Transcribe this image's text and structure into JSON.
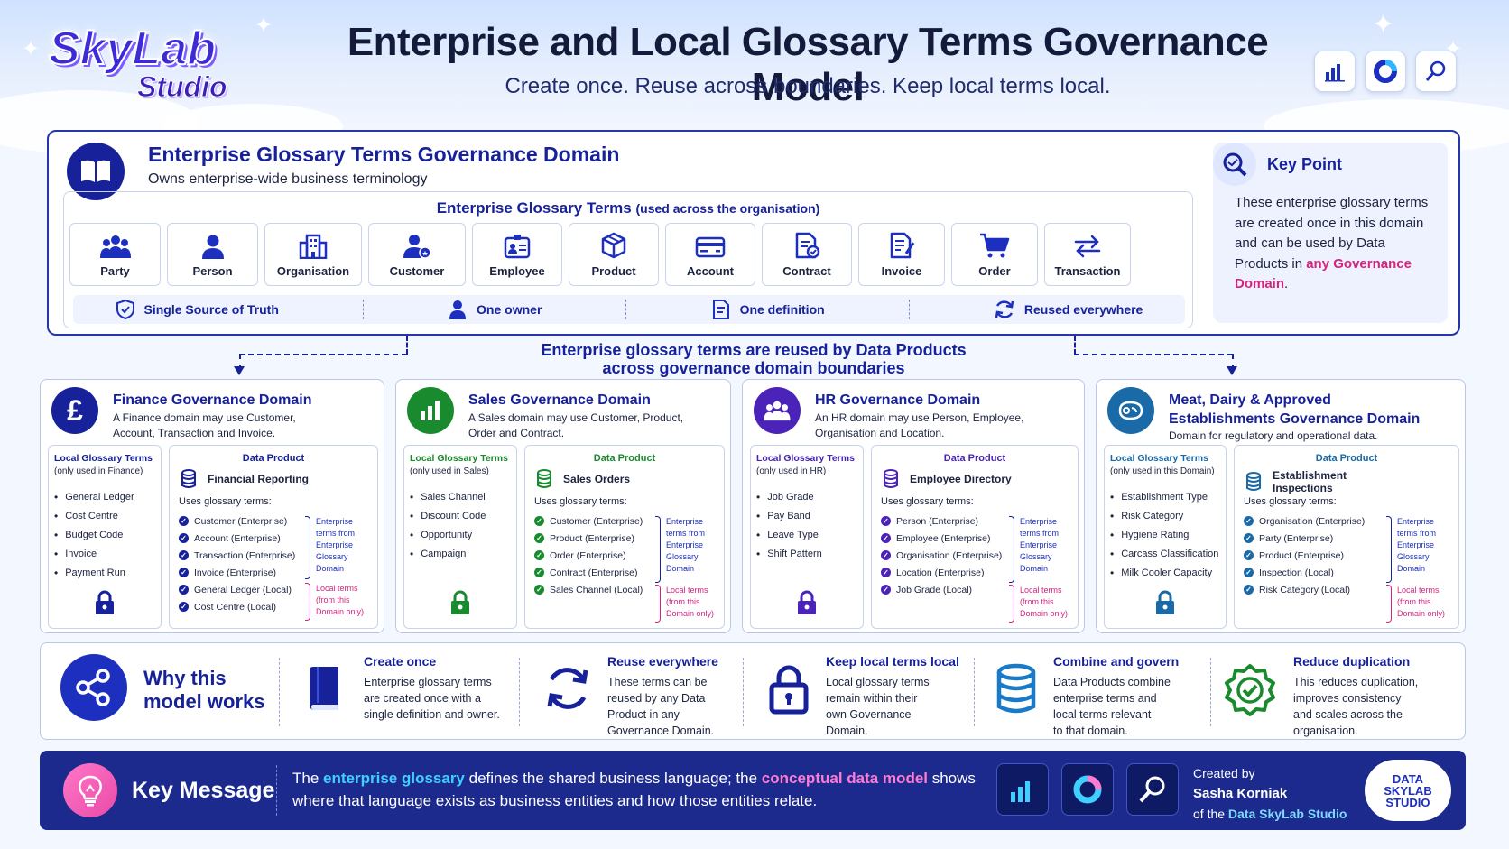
{
  "header": {
    "logo_main": "SkyLab",
    "logo_sub": "Studio",
    "title": "Enterprise and Local Glossary Terms Governance Model",
    "subtitle": "Create once. Reuse across boundaries. Keep local terms local.",
    "icons": [
      "bar-chart-icon",
      "donut-chart-icon",
      "magnifier-icon"
    ]
  },
  "enterprise": {
    "title": "Enterprise Glossary Terms Governance Domain",
    "subtitle": "Owns enterprise-wide business terminology",
    "terms_title": "Enterprise Glossary Terms",
    "terms_note": "(used across the organisation)",
    "terms": [
      {
        "label": "Party",
        "icon": "people-icon"
      },
      {
        "label": "Person",
        "icon": "person-icon"
      },
      {
        "label": "Organisation",
        "icon": "building-icon"
      },
      {
        "label": "Customer",
        "icon": "customer-icon"
      },
      {
        "label": "Employee",
        "icon": "id-badge-icon"
      },
      {
        "label": "Product",
        "icon": "box-icon"
      },
      {
        "label": "Account",
        "icon": "card-icon"
      },
      {
        "label": "Contract",
        "icon": "contract-icon"
      },
      {
        "label": "Invoice",
        "icon": "invoice-icon"
      },
      {
        "label": "Order",
        "icon": "cart-icon"
      },
      {
        "label": "Transaction",
        "icon": "transfer-icon"
      }
    ],
    "principles": [
      "Single Source of Truth",
      "One owner",
      "One definition",
      "Reused everywhere"
    ]
  },
  "key_point": {
    "title": "Key Point",
    "text": "These enterprise glossary terms are created once in this domain and can be used by Data Products in",
    "highlight": "any Governance Domain",
    "end": "."
  },
  "reuse_banner": {
    "line1": "Enterprise glossary terms are reused by Data Products",
    "line2": "across governance domain boundaries"
  },
  "domains": [
    {
      "title": "Finance Governance Domain",
      "desc_1": "A Finance domain may use Customer,",
      "desc_2": "Account, Transaction and Invoice.",
      "color": "#16219a",
      "local_header": "Local Glossary Terms",
      "local_scope": "(only used in Finance)",
      "local_terms": [
        "General Ledger",
        "Cost Centre",
        "Budget Code",
        "Invoice",
        "Payment Run"
      ],
      "dp_header": "Data Product",
      "dp_name": "Financial Reporting",
      "uses": "Uses glossary terms:",
      "dp_terms": [
        "Customer (Enterprise)",
        "Account (Enterprise)",
        "Transaction (Enterprise)",
        "Invoice (Enterprise)",
        "General Ledger (Local)",
        "Cost Centre (Local)"
      ],
      "enterprise_note": [
        "Enterprise",
        "terms from",
        "Enterprise",
        "Glossary",
        "Domain"
      ],
      "local_note": [
        "Local terms",
        "(from this",
        "Domain only)"
      ]
    },
    {
      "title": "Sales Governance Domain",
      "desc_1": "A Sales domain may use Customer, Product,",
      "desc_2": "Order and Contract.",
      "color": "#1a8a2e",
      "local_header": "Local Glossary Terms",
      "local_scope": "(only used in Sales)",
      "local_terms": [
        "Sales Channel",
        "Discount Code",
        "Opportunity",
        "Campaign"
      ],
      "dp_header": "Data Product",
      "dp_name": "Sales Orders",
      "uses": "Uses glossary terms:",
      "dp_terms": [
        "Customer (Enterprise)",
        "Product (Enterprise)",
        "Order (Enterprise)",
        "Contract (Enterprise)",
        "Sales Channel (Local)"
      ],
      "enterprise_note": [
        "Enterprise",
        "terms from",
        "Enterprise",
        "Glossary",
        "Domain"
      ],
      "local_note": [
        "Local terms",
        "(from this",
        "Domain only)"
      ]
    },
    {
      "title": "HR Governance Domain",
      "desc_1": "An HR domain may use Person, Employee,",
      "desc_2": "Organisation and Location.",
      "color": "#4b23b8",
      "local_header": "Local Glossary Terms",
      "local_scope": "(only used in HR)",
      "local_terms": [
        "Job Grade",
        "Pay Band",
        "Leave Type",
        "Shift Pattern"
      ],
      "dp_header": "Data Product",
      "dp_name": "Employee Directory",
      "uses": "Uses glossary terms:",
      "dp_terms": [
        "Person (Enterprise)",
        "Employee (Enterprise)",
        "Organisation (Enterprise)",
        "Location (Enterprise)",
        "Job Grade (Local)"
      ],
      "enterprise_note": [
        "Enterprise",
        "terms from",
        "Enterprise",
        "Glossary",
        "Domain"
      ],
      "local_note": [
        "Local terms",
        "(from this",
        "Domain only)"
      ]
    },
    {
      "title": "Meat, Dairy & Approved",
      "title_2": "Establishments Governance Domain",
      "desc_1": "Domain for regulatory and operational data.",
      "desc_2": "",
      "color": "#1a6aa8",
      "local_header": "Local Glossary Terms",
      "local_scope": "(only used in this Domain)",
      "local_terms": [
        "Establishment Type",
        "Risk Category",
        "Hygiene Rating",
        "Carcass Classification",
        "Milk Cooler Capacity"
      ],
      "dp_header": "Data Product",
      "dp_name": "Establishment",
      "dp_name_2": "Inspections",
      "uses": "Uses glossary terms:",
      "dp_terms": [
        "Organisation (Enterprise)",
        "Party (Enterprise)",
        "Product (Enterprise)",
        "Inspection (Local)",
        "Risk Category (Local)"
      ],
      "enterprise_note": [
        "Enterprise",
        "terms from",
        "Enterprise",
        "Glossary",
        "Domain"
      ],
      "local_note": [
        "Local terms",
        "(from this",
        "Domain only)"
      ]
    }
  ],
  "why": {
    "title_1": "Why this",
    "title_2": "model works",
    "items": [
      {
        "title": "Create once",
        "lines": [
          "Enterprise glossary terms",
          "are created once with a",
          "single definition and owner."
        ],
        "icon": "book-icon"
      },
      {
        "title": "Reuse everywhere",
        "lines": [
          "These terms can be",
          "reused by any Data",
          "Product in any",
          "Governance Domain."
        ],
        "icon": "refresh-icon"
      },
      {
        "title": "Keep local terms local",
        "lines": [
          "Local glossary terms",
          "remain within their",
          "own Governance",
          "Domain."
        ],
        "icon": "lock-icon"
      },
      {
        "title": "Combine and govern",
        "lines": [
          "Data Products combine",
          "enterprise terms and",
          "local terms relevant",
          "to that domain."
        ],
        "icon": "database-icon"
      },
      {
        "title": "Reduce duplication",
        "lines": [
          "This reduces duplication,",
          "improves consistency",
          "and scales across the",
          "organisation."
        ],
        "icon": "check-badge-icon"
      }
    ]
  },
  "key_message": {
    "title": "Key Message",
    "t1": "The ",
    "h1": "enterprise glossary",
    "t2": " defines the shared business language; the ",
    "h2": "conceptual data model",
    "t3": " shows",
    "t4": "where that language exists as business entities and how those entities relate.",
    "created_by": "Created by",
    "author": "Sasha Korniak",
    "of_the": "of the ",
    "studio_link": "Data SkyLab Studio",
    "badge_1": "DATA",
    "badge_2": "SKYLAB",
    "badge_3": "STUDIO"
  }
}
